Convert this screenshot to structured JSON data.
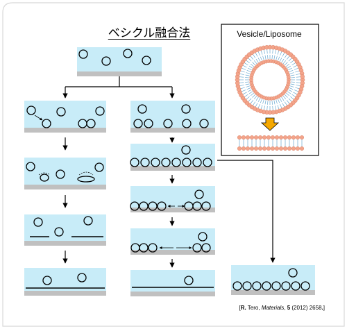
{
  "diagram": {
    "title": "ベシクル融合法",
    "inset_title": "Vesicle/Liposome",
    "citation": {
      "open": "[",
      "author": "R",
      "author_dot": ".",
      "author_rest": " Tero, ",
      "journal": "Materials",
      "sep": ", ",
      "volume": "5",
      "tail": " (2012) 2658",
      "close_dot": ".",
      "close": "]"
    }
  },
  "colors": {
    "water": "#c8ecf8",
    "substrate": "#c0c0c0",
    "arrow_inset": "#f5a800",
    "lipid_head": "#f4a48a",
    "lipid_tail": "#6aa8d0",
    "outline": "#000000"
  }
}
